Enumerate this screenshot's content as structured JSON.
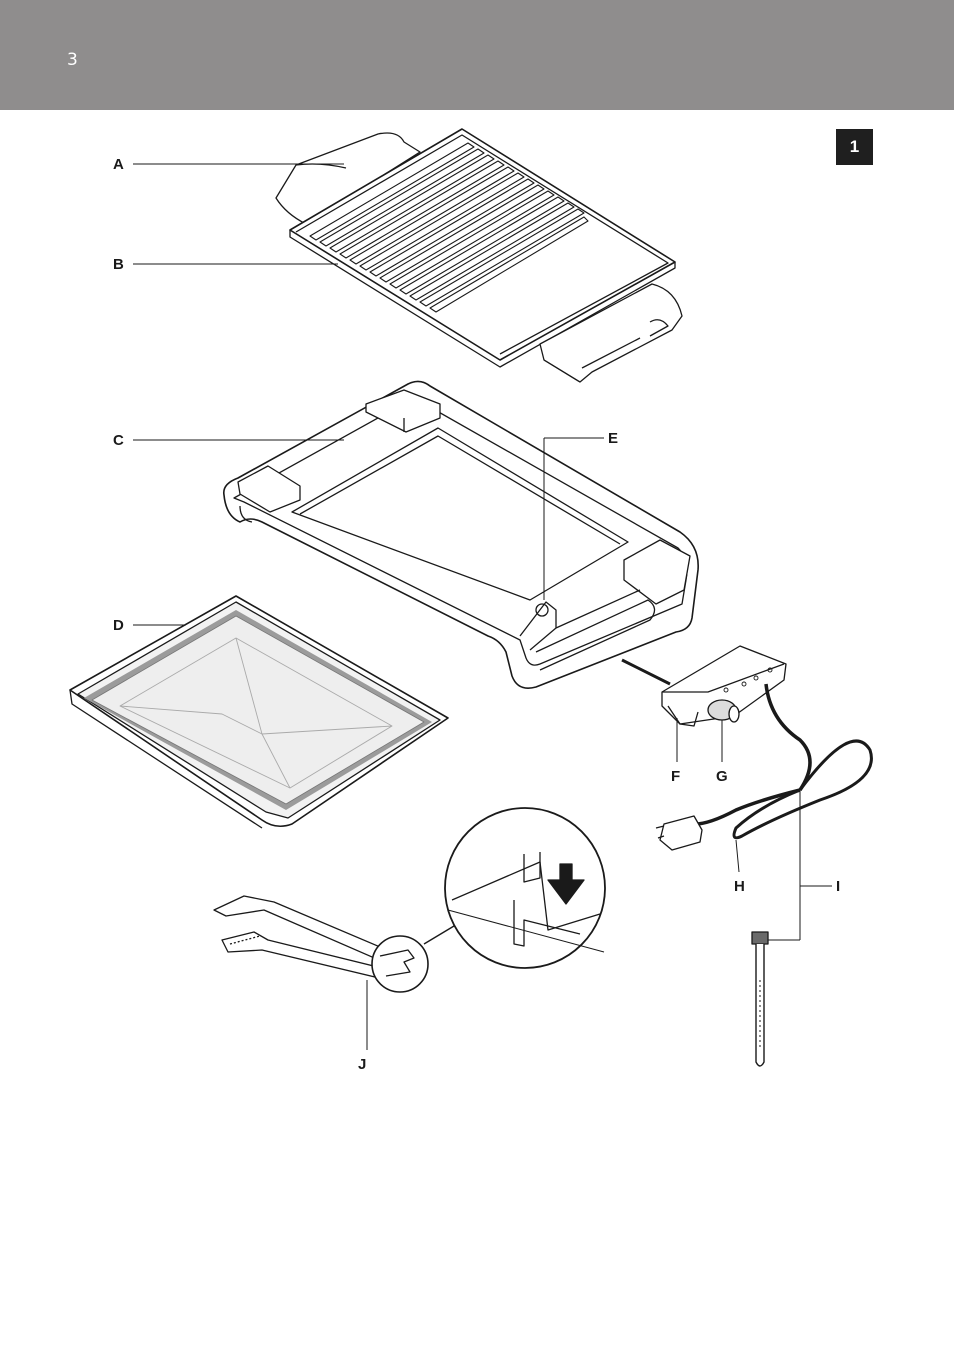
{
  "page": {
    "number": "3"
  },
  "figure": {
    "badge": "1"
  },
  "labels": {
    "A": "A",
    "B": "B",
    "C": "C",
    "D": "D",
    "E": "E",
    "F": "F",
    "G": "G",
    "H": "H",
    "I": "I",
    "J": "J"
  },
  "colors": {
    "header": "#8f8d8d",
    "badge": "#1f1f1f",
    "line": "#1a1a1a"
  }
}
